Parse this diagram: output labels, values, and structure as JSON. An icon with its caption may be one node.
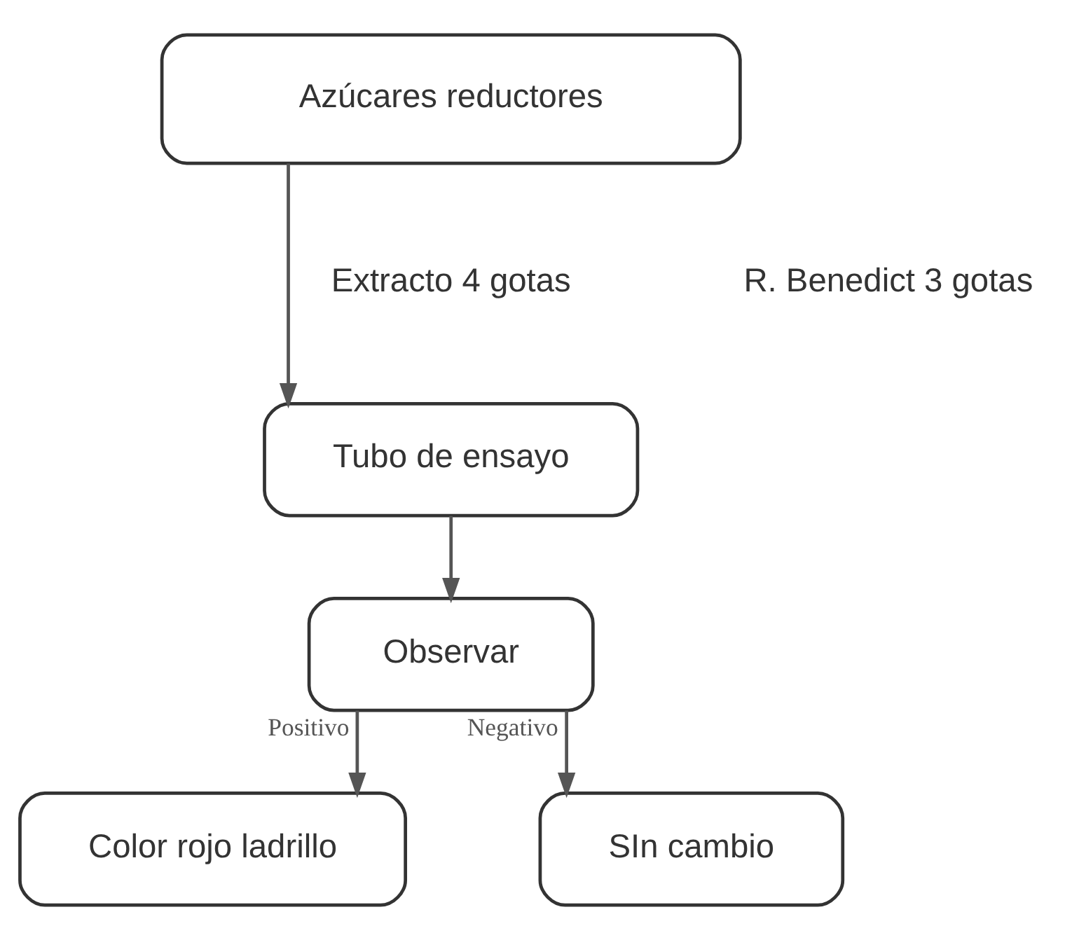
{
  "diagram": {
    "nodes": [
      {
        "text": [
          "Azúcares reductores"
        ]
      },
      {
        "text": [
          "Tubo de ensayo"
        ]
      },
      {
        "text": [
          "Observar"
        ]
      },
      {
        "text": [
          "Color rojo ladrillo"
        ]
      },
      {
        "text": [
          "SIn cambio"
        ]
      }
    ],
    "edges": [
      {
        "from": 0,
        "to": 1,
        "arrow": "to"
      },
      {
        "from": 1,
        "to": 2,
        "arrow": "to"
      },
      {
        "from": 2,
        "to": 3,
        "arrow": "to",
        "label": "Positivo"
      },
      {
        "from": 2,
        "to": 4,
        "arrow": "to",
        "label": "Negativo"
      }
    ],
    "labels": [
      "Extracto 4 gotas",
      "R. Benedict 3 gotas"
    ]
  }
}
